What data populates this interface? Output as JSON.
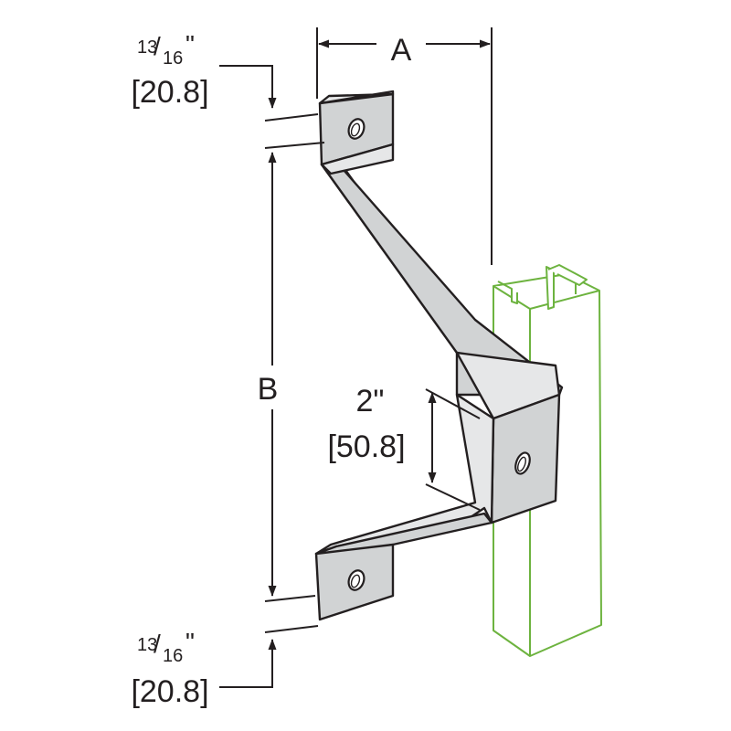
{
  "colors": {
    "line": "#231f20",
    "part_face": "#d1d3d4",
    "part_top": "#e6e7e8",
    "channel": "#6db33f",
    "background": "#ffffff"
  },
  "dimensions": {
    "top_frac": {
      "num": "13",
      "den": "16",
      "inch_mark": "\"",
      "metric": "[20.8]"
    },
    "bottom_frac": {
      "num": "13",
      "den": "16",
      "inch_mark": "\"",
      "metric": "[20.8]"
    },
    "a_label": "A",
    "b_label": "B",
    "offset_inch": "2\"",
    "offset_metric": "[50.8]"
  }
}
